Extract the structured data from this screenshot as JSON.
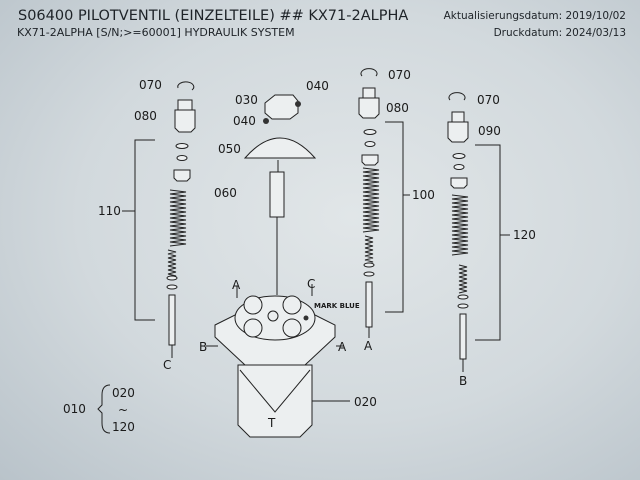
{
  "header": {
    "title": "S06400 PILOTVENTIL (EINZELTEILE) ## KX71-2ALPHA",
    "subtitle": "KX71-2ALPHA [S/N;>=60001] HYDRAULIK SYSTEM",
    "update_date": "Aktualisierungsdatum: 2019/10/02",
    "print_date": "Druckdatum: 2024/03/13"
  },
  "diagram": {
    "callouts": {
      "c070a": "070",
      "c080a": "080",
      "c110": "110",
      "cCa": "C",
      "c030": "030",
      "c040a": "040",
      "c040b": "040",
      "c050": "050",
      "c060": "060",
      "cAa": "A",
      "cCb": "C",
      "mark": "MARK BLUE",
      "cBa": "B",
      "cAb": "A",
      "c020": "020",
      "cT": "T",
      "c070b": "070",
      "c080b": "080",
      "c100": "100",
      "cAc": "A",
      "c070c": "070",
      "c090": "090",
      "c120": "120",
      "cBb": "B",
      "c010": "010",
      "c020r": "020",
      "tilde": "~",
      "c120r": "120"
    }
  }
}
